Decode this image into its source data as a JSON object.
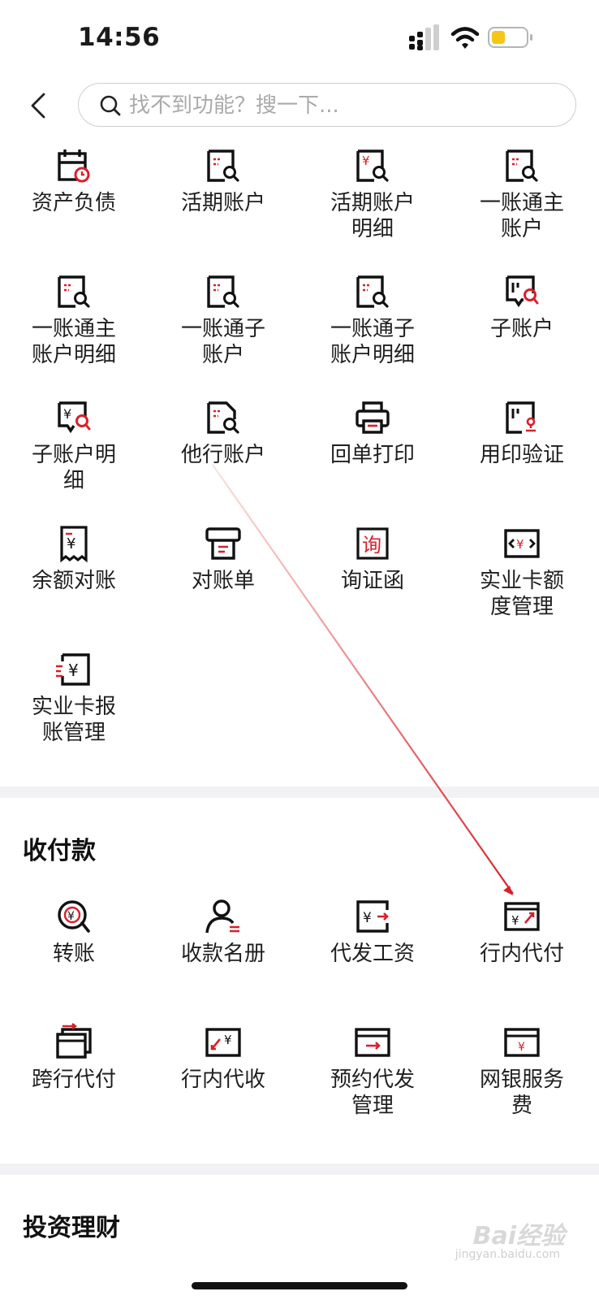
{
  "status": {
    "time": "14:56"
  },
  "search": {
    "placeholder": "找不到功能？搜一下..."
  },
  "accounts": [
    {
      "label": "资产负债",
      "icon": "calendar-clock-icon"
    },
    {
      "label": "活期账户",
      "icon": "account-search-icon"
    },
    {
      "label": "活期账户\n明细",
      "icon": "yuan-account-search-icon"
    },
    {
      "label": "一账通主\n账户",
      "icon": "account-search-icon"
    },
    {
      "label": "一账通主\n账户明细",
      "icon": "account-search-icon"
    },
    {
      "label": "一账通子\n账户",
      "icon": "account-search-icon"
    },
    {
      "label": "一账通子\n账户明细",
      "icon": "account-search-icon"
    },
    {
      "label": "子账户",
      "icon": "sub-account-icon"
    },
    {
      "label": "子账户明\n细",
      "icon": "yuan-sub-account-icon"
    },
    {
      "label": "他行账户",
      "icon": "other-bank-account-icon"
    },
    {
      "label": "回单打印",
      "icon": "printer-icon"
    },
    {
      "label": "用印验证",
      "icon": "seal-verify-icon"
    },
    {
      "label": "余额对账",
      "icon": "yuan-receipt-icon"
    },
    {
      "label": "对账单",
      "icon": "statement-icon"
    },
    {
      "label": "询证函",
      "icon": "inquiry-letter-icon"
    },
    {
      "label": "实业卡额\n度管理",
      "icon": "card-limit-icon"
    },
    {
      "label": "实业卡报\n账管理",
      "icon": "card-reimburse-icon"
    }
  ],
  "payments": {
    "title": "收付款",
    "items": [
      {
        "label": "转账",
        "icon": "transfer-icon"
      },
      {
        "label": "收款名册",
        "icon": "payee-list-icon"
      },
      {
        "label": "代发工资",
        "icon": "payroll-icon"
      },
      {
        "label": "行内代付",
        "icon": "intra-bank-pay-icon"
      },
      {
        "label": "跨行代付",
        "icon": "inter-bank-pay-icon"
      },
      {
        "label": "行内代收",
        "icon": "intra-bank-collect-icon"
      },
      {
        "label": "预约代发\n管理",
        "icon": "scheduled-payroll-icon"
      },
      {
        "label": "网银服务\n费",
        "icon": "ebank-fee-icon"
      }
    ]
  },
  "investment": {
    "title": "投资理财"
  },
  "watermark": {
    "brand": "Bai经验",
    "url": "jingyan.baidu.com"
  },
  "colors": {
    "accent": "#d8202a",
    "text": "#1f1f1f",
    "divider": "#f2f2f5"
  }
}
